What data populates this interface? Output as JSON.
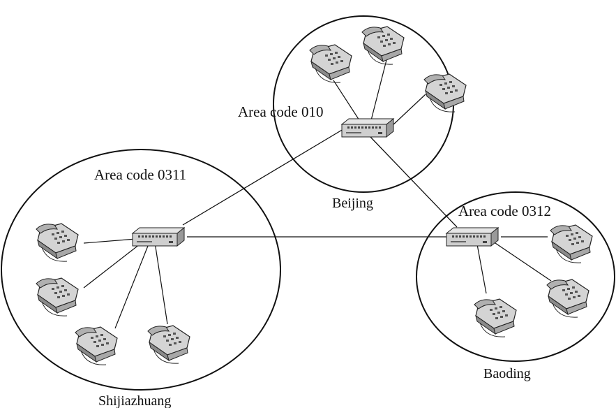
{
  "areas": [
    {
      "id": "beijing",
      "area_label": "Area code 010",
      "city": "Beijing"
    },
    {
      "id": "shijiazhuang",
      "area_label": "Area code 0311",
      "city": "Shijiazhuang"
    },
    {
      "id": "baoding",
      "area_label": "Area code 0312",
      "city": "Baoding"
    }
  ],
  "icons": {
    "exchange": "telephone-exchange-switch",
    "phone": "desk-telephone"
  },
  "colors": {
    "stroke": "#111111",
    "device_body": "#d9d9d9",
    "device_dark": "#7a7a7a"
  }
}
